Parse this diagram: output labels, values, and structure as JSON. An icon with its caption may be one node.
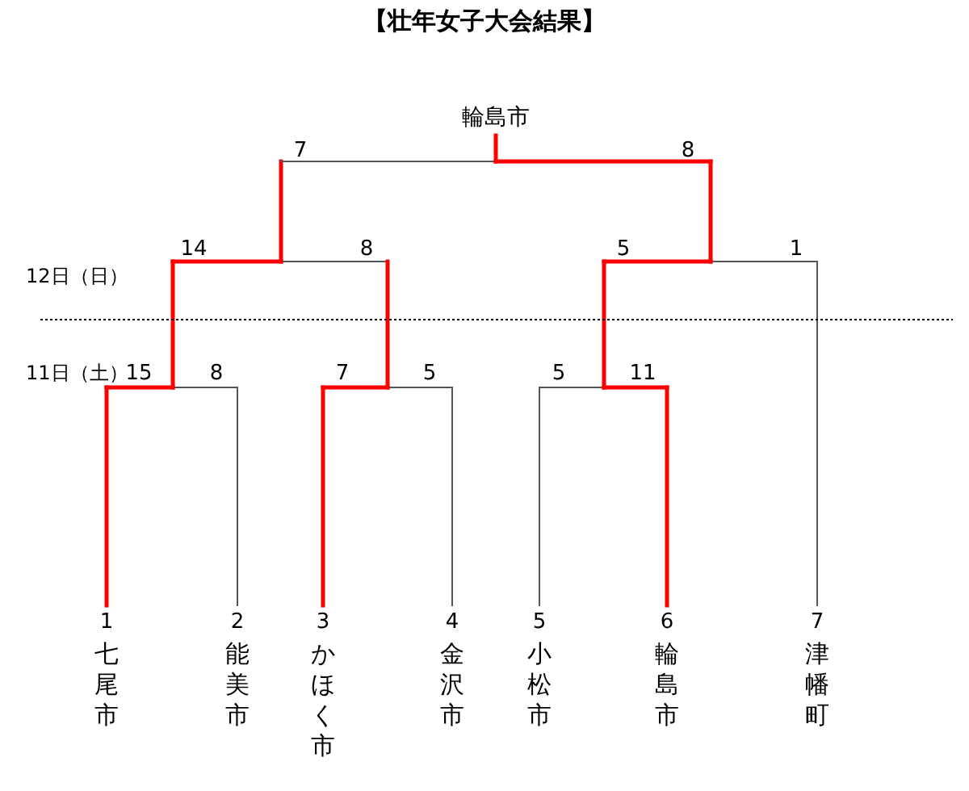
{
  "diagram": {
    "title": "【壮年女子大会結果】",
    "nodes": [
      {
        "text": [
          "輪島市"
        ]
      },
      {
        "text": [
          "1",
          "七尾市"
        ]
      },
      {
        "text": [
          "2",
          "能美市"
        ]
      },
      {
        "text": [
          "3",
          "かほく市"
        ]
      },
      {
        "text": [
          "4",
          "金沢市"
        ]
      },
      {
        "text": [
          "5",
          "小松市"
        ]
      },
      {
        "text": [
          "6",
          "輪島市"
        ]
      },
      {
        "text": [
          "7",
          "津幡町"
        ]
      }
    ],
    "labels": [
      "7",
      "8",
      "14",
      "8",
      "5",
      "1",
      "12日（日）",
      "11日（土）",
      "15",
      "8",
      "7",
      "5",
      "5",
      "11"
    ]
  }
}
